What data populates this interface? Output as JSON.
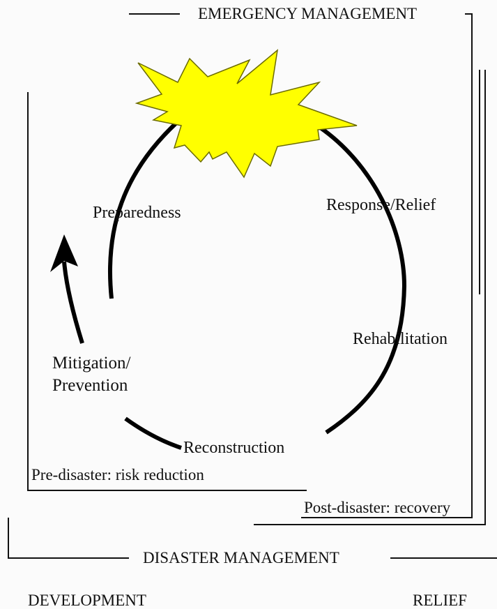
{
  "labels": {
    "emergency_management": "EMERGENCY MANAGEMENT",
    "disaster_management": "DISASTER MANAGEMENT",
    "preparedness": "Preparedness",
    "response_relief": "Response/Relief",
    "rehabilitation": "Rehabilitation",
    "mitigation_line1": "Mitigation/",
    "mitigation_line2": "Prevention",
    "reconstruction": "Reconstruction",
    "pre_disaster": "Pre-disaster: risk reduction",
    "post_disaster": "Post-disaster: recovery",
    "development": "DEVELOPMENT",
    "relief": "RELIEF"
  },
  "colors": {
    "background": "#fbfbfb",
    "line": "#111111",
    "burst_fill": "#ffff00",
    "burst_stroke": "#6b6b00"
  }
}
